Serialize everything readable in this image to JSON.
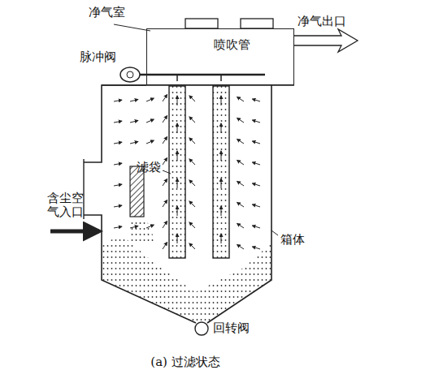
{
  "diagram": {
    "caption": "(a) 过滤状态",
    "nodes": [
      {
        "text": [
          "净气室",
          "喷吹管"
        ]
      }
    ],
    "labels": [
      "净气出口",
      "脉冲阀",
      "滤袋",
      "含尘空气入口",
      "箱体",
      "回转阀"
    ]
  }
}
